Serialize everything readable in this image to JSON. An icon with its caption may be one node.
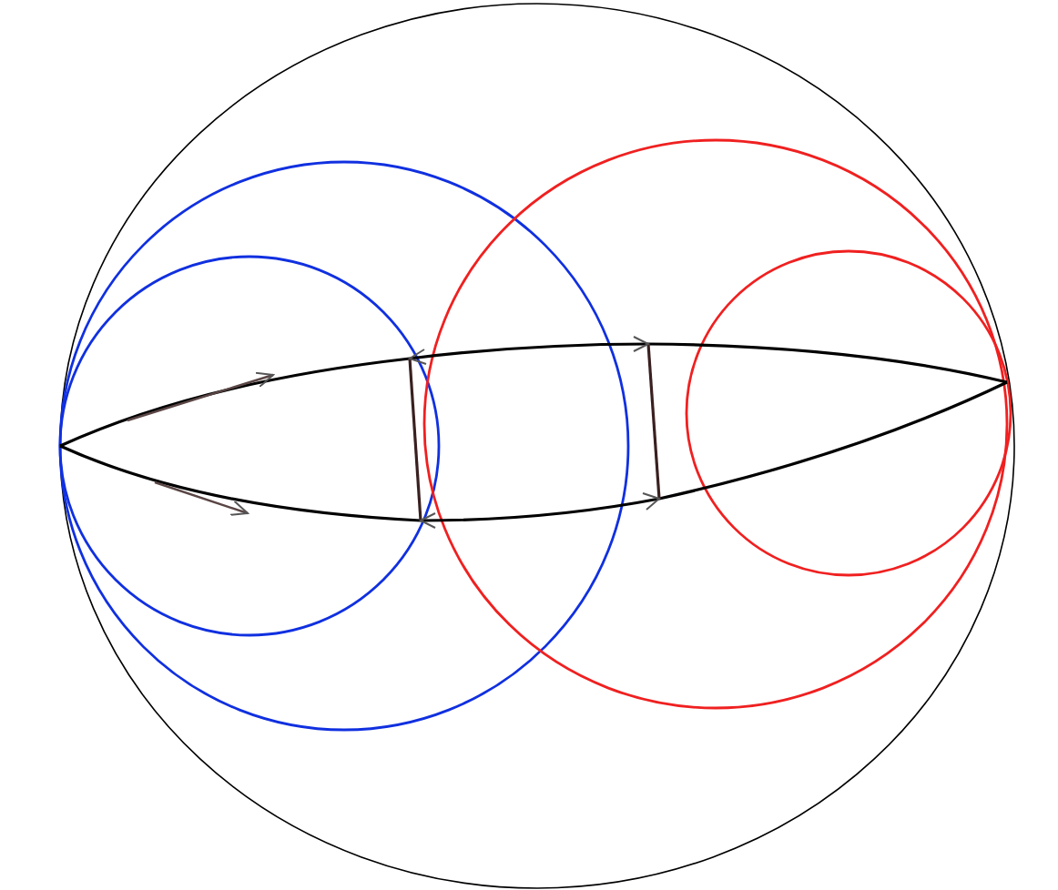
{
  "diagram": {
    "nodes": [
      {
        "text": [],
        "shape": "circle"
      },
      {
        "text": [],
        "shape": "circle",
        "in": 0
      },
      {
        "text": [],
        "shape": "circle",
        "in": 1
      },
      {
        "text": [],
        "shape": "circle",
        "in": 0
      },
      {
        "text": [],
        "shape": "circle",
        "in": 3
      }
    ]
  }
}
